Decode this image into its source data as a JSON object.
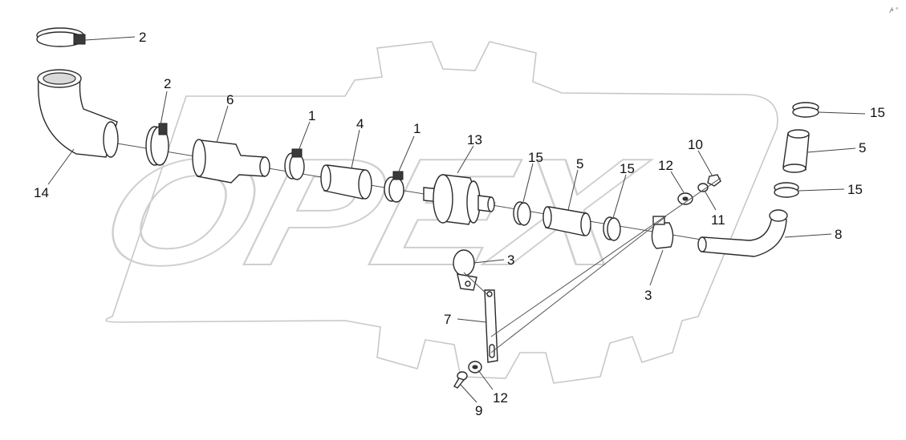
{
  "watermark": {
    "text": "OPEX"
  },
  "corner_mark": {
    "text": "𝓅 ᵊ"
  },
  "callouts": {
    "c2_top": "2",
    "c2_mid": "2",
    "c6": "6",
    "c1_a": "1",
    "c4": "4",
    "c1_b": "1",
    "c13": "13",
    "c15_a": "15",
    "c5_a": "5",
    "c15_b": "15",
    "c12_a": "12",
    "c10": "10",
    "c11": "11",
    "c15_top": "15",
    "c5_right": "5",
    "c15_right": "15",
    "c8": "8",
    "c14": "14",
    "c3_a": "3",
    "c3_b": "3",
    "c7": "7",
    "c12_b": "12",
    "c9": "9"
  }
}
